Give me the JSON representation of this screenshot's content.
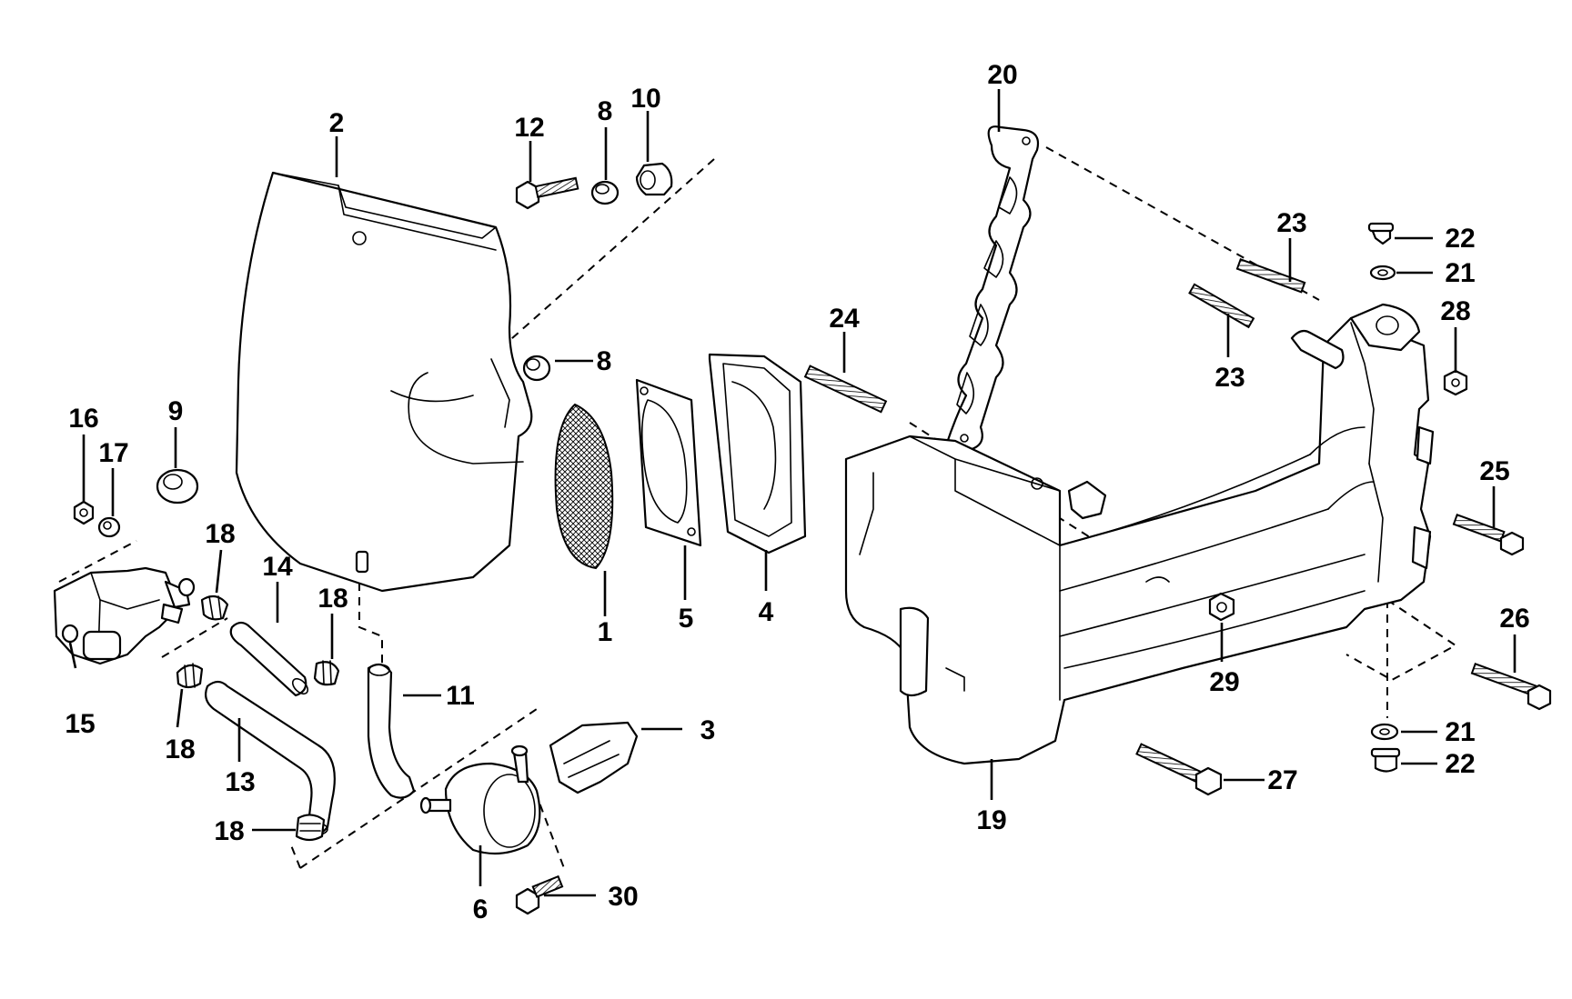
{
  "diagram": {
    "callouts": [
      {
        "id": "c2",
        "text": "2"
      },
      {
        "id": "c12",
        "text": "12"
      },
      {
        "id": "c8a",
        "text": "8"
      },
      {
        "id": "c10",
        "text": "10"
      },
      {
        "id": "c8b",
        "text": "8"
      },
      {
        "id": "c9",
        "text": "9"
      },
      {
        "id": "c16",
        "text": "16"
      },
      {
        "id": "c17",
        "text": "17"
      },
      {
        "id": "c18a",
        "text": "18"
      },
      {
        "id": "c14",
        "text": "14"
      },
      {
        "id": "c18b",
        "text": "18"
      },
      {
        "id": "c15",
        "text": "15"
      },
      {
        "id": "c18c",
        "text": "18"
      },
      {
        "id": "c13",
        "text": "13"
      },
      {
        "id": "c18d",
        "text": "18"
      },
      {
        "id": "c11",
        "text": "11"
      },
      {
        "id": "c1",
        "text": "1"
      },
      {
        "id": "c5",
        "text": "5"
      },
      {
        "id": "c4",
        "text": "4"
      },
      {
        "id": "c3",
        "text": "3"
      },
      {
        "id": "c6",
        "text": "6"
      },
      {
        "id": "c30",
        "text": "30"
      },
      {
        "id": "c20",
        "text": "20"
      },
      {
        "id": "c23a",
        "text": "23"
      },
      {
        "id": "c23b",
        "text": "23"
      },
      {
        "id": "c22a",
        "text": "22"
      },
      {
        "id": "c21a",
        "text": "21"
      },
      {
        "id": "c28",
        "text": "28"
      },
      {
        "id": "c24",
        "text": "24"
      },
      {
        "id": "c25",
        "text": "25"
      },
      {
        "id": "c29",
        "text": "29"
      },
      {
        "id": "c26",
        "text": "26"
      },
      {
        "id": "c21b",
        "text": "21"
      },
      {
        "id": "c22b",
        "text": "22"
      },
      {
        "id": "c27",
        "text": "27"
      },
      {
        "id": "c19",
        "text": "19"
      }
    ]
  }
}
